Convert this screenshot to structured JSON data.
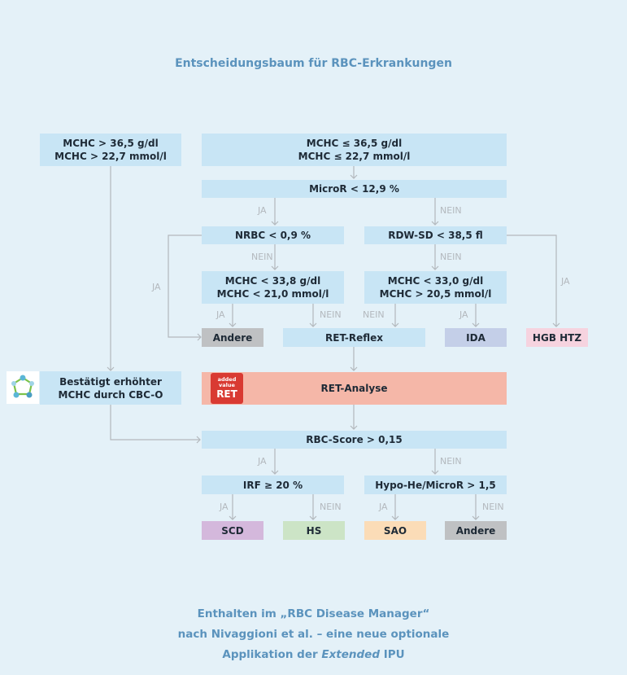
{
  "title": "Entscheidungsbaum für RBC-Erkrankungen",
  "nodes": {
    "mchc_high": [
      "MCHC > 36,5 g/dl",
      "MCHC > 22,7 mmol/l"
    ],
    "mchc_low": [
      "MCHC ≤ 36,5 g/dl",
      "MCHC ≤ 22,7 mmol/l"
    ],
    "micror": "MicroR < 12,9 %",
    "nrbc": "NRBC < 0,9 %",
    "rdw": "RDW-SD < 38,5 fl",
    "mchc_mid1": [
      "MCHC < 33,8 g/dl",
      "MCHC < 21,0 mmol/l"
    ],
    "mchc_mid2": [
      "MCHC < 33,0 g/dl",
      "MCHC > 20,5 mmol/l"
    ],
    "andere1": "Andere",
    "ret_reflex": "RET-Reflex",
    "ida": "IDA",
    "hgb_htz": "HGB HTZ",
    "cbco": [
      "Bestätigt erhöhter",
      "MCHC durch CBC-O"
    ],
    "ret_analyse": "RET-Analyse",
    "rbc_score": "RBC-Score > 0,15",
    "irf": "IRF ≥ 20 %",
    "hypo": "Hypo-He/MicroR > 1,5",
    "scd": "SCD",
    "hs": "HS",
    "sao": "SAO",
    "andere2": "Andere"
  },
  "badge": {
    "line1": "added",
    "line2": "value",
    "line3": "RET"
  },
  "labels": {
    "ja": "JA",
    "nein": "NEIN"
  },
  "footer": {
    "line1": "Enthalten im „RBC Disease Manager“",
    "line2": "nach Nivaggioni et al. – eine neue optionale",
    "line3_a": "Applikation der ",
    "line3_b": "Extended",
    "line3_c": " IPU"
  },
  "colors": {
    "background": "#e4f1f8",
    "box": "#c8e5f5",
    "line": "#b3b8bd",
    "title": "#5b93bd",
    "ret_analyse": "#f5b7a8",
    "badge": "#d93a32"
  }
}
